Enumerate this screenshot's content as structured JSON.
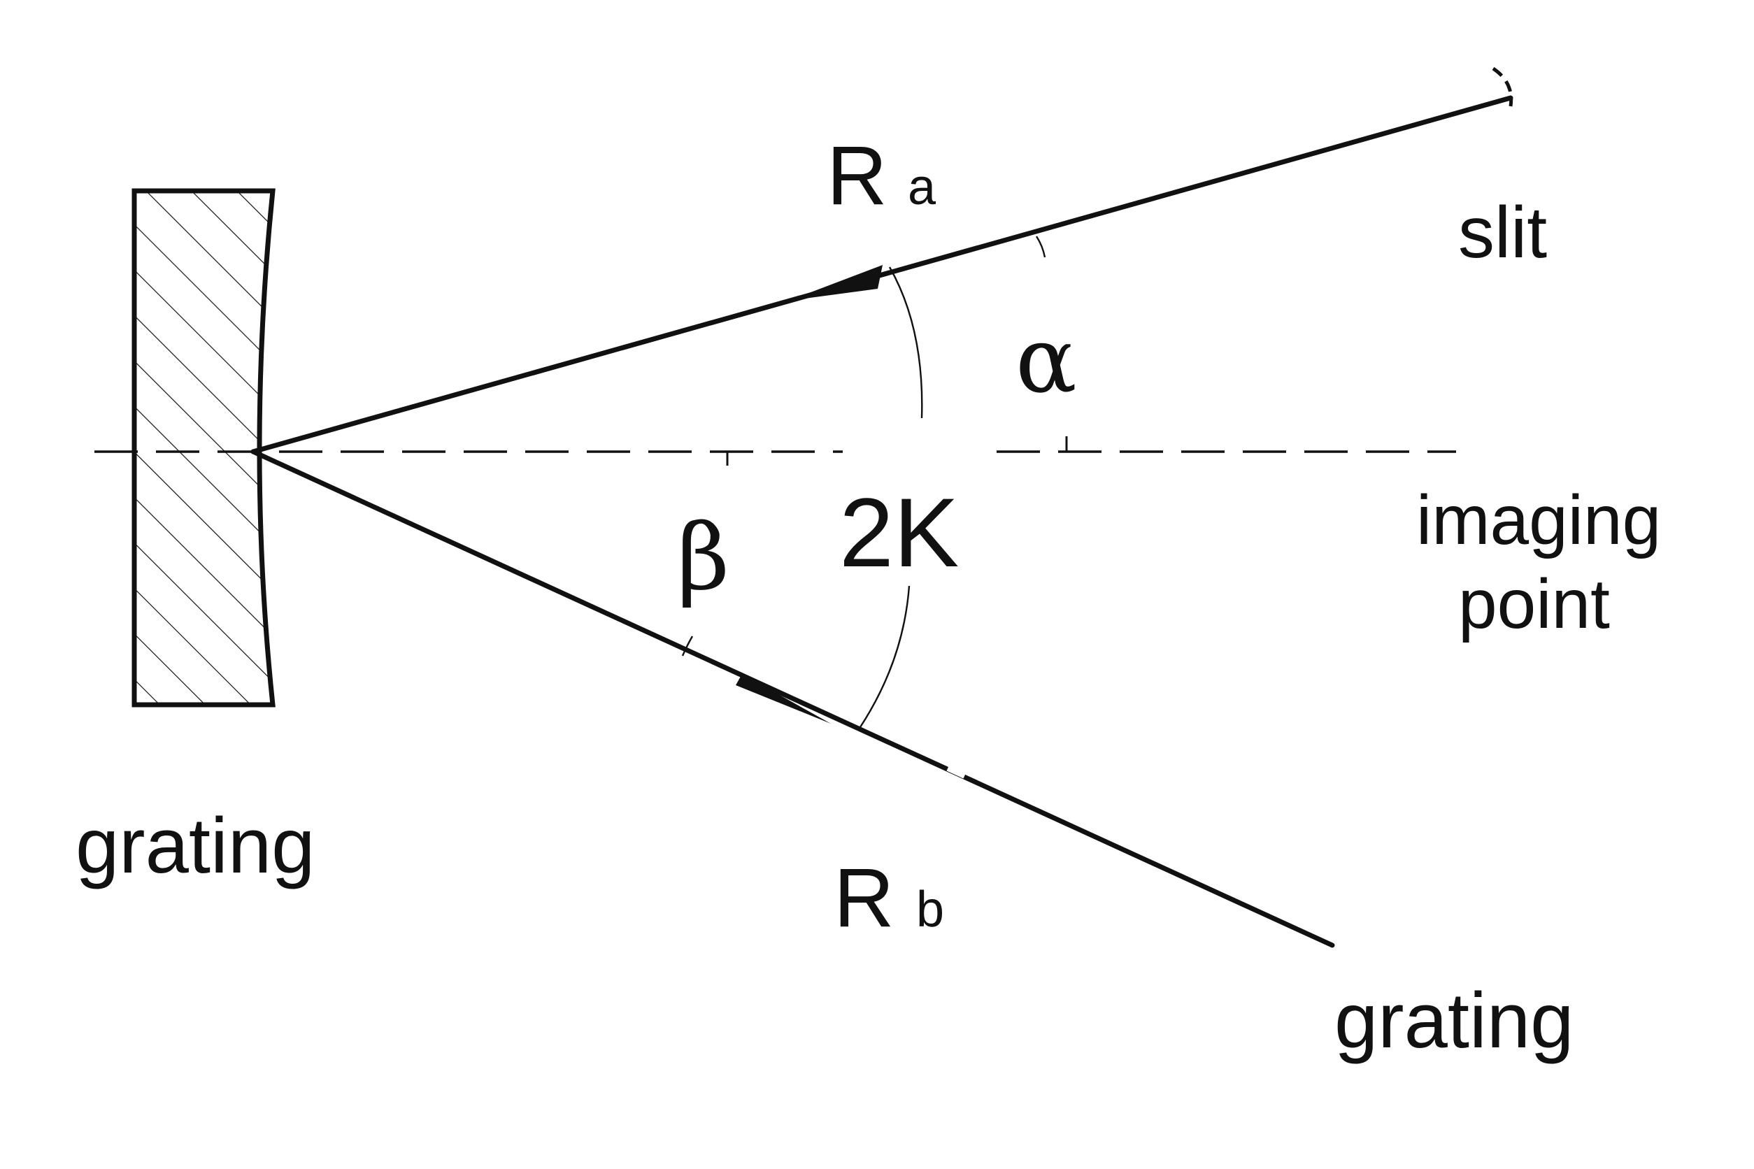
{
  "labels": {
    "slit": "slit",
    "imaging_line1": "imaging",
    "imaging_line2": "point",
    "grating_left": "grating",
    "grating_right": "grating",
    "ra_main": "R",
    "ra_sub": "a",
    "rb_main": "R",
    "rb_sub": "b",
    "alpha": "α",
    "beta": "β",
    "angle_2k": "2K"
  },
  "colors": {
    "ink": "#111111",
    "background": "#ffffff"
  }
}
